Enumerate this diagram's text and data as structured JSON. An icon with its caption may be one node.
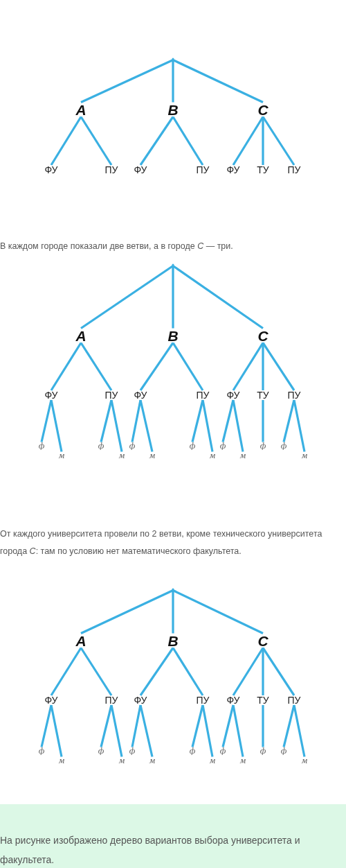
{
  "diagram": {
    "nodes": [
      {
        "text": [],
        "shape": "point"
      },
      {
        "text": [
          "A"
        ]
      },
      {
        "text": [
          "B"
        ]
      },
      {
        "text": [
          "C"
        ]
      },
      {
        "text": [
          "ФУ"
        ]
      },
      {
        "text": [
          "ПУ"
        ]
      },
      {
        "text": [
          "ФУ"
        ]
      },
      {
        "text": [
          "ПУ"
        ]
      },
      {
        "text": [
          "ФУ"
        ]
      },
      {
        "text": [
          "ТУ"
        ]
      },
      {
        "text": [
          "ПУ"
        ]
      },
      {
        "text": [],
        "shape": "point"
      },
      {
        "text": [
          "A"
        ]
      },
      {
        "text": [
          "B"
        ]
      },
      {
        "text": [
          "C"
        ]
      },
      {
        "text": [
          "ФУ"
        ]
      },
      {
        "text": [
          "ПУ"
        ]
      },
      {
        "text": [
          "ФУ"
        ]
      },
      {
        "text": [
          "ПУ"
        ]
      },
      {
        "text": [
          "ФУ"
        ]
      },
      {
        "text": [
          "ТУ"
        ]
      },
      {
        "text": [
          "ПУ"
        ]
      },
      {
        "text": [
          "ф"
        ]
      },
      {
        "text": [
          "м"
        ]
      },
      {
        "text": [
          "ф"
        ]
      },
      {
        "text": [
          "м"
        ]
      },
      {
        "text": [
          "ф"
        ]
      },
      {
        "text": [
          "м"
        ]
      },
      {
        "text": [
          "ф"
        ]
      },
      {
        "text": [
          "м"
        ]
      },
      {
        "text": [
          "ф"
        ]
      },
      {
        "text": [
          "м"
        ]
      },
      {
        "text": [
          "ф"
        ]
      },
      {
        "text": [
          "ф"
        ]
      },
      {
        "text": [
          "м"
        ]
      },
      {
        "text": [],
        "shape": "point"
      },
      {
        "text": [
          "A"
        ]
      },
      {
        "text": [
          "B"
        ]
      },
      {
        "text": [
          "C"
        ]
      },
      {
        "text": [
          "ФУ"
        ]
      },
      {
        "text": [
          "ПУ"
        ]
      },
      {
        "text": [
          "ФУ"
        ]
      },
      {
        "text": [
          "ПУ"
        ]
      },
      {
        "text": [
          "ФУ"
        ]
      },
      {
        "text": [
          "ТУ"
        ]
      },
      {
        "text": [
          "ПУ"
        ]
      },
      {
        "text": [
          "ф"
        ]
      },
      {
        "text": [
          "м"
        ]
      },
      {
        "text": [
          "ф"
        ]
      },
      {
        "text": [
          "м"
        ]
      },
      {
        "text": [
          "ф"
        ]
      },
      {
        "text": [
          "м"
        ]
      },
      {
        "text": [
          "ф"
        ]
      },
      {
        "text": [
          "м"
        ]
      },
      {
        "text": [
          "ф"
        ]
      },
      {
        "text": [
          "м"
        ]
      },
      {
        "text": [
          "ф"
        ]
      },
      {
        "text": [
          "ф"
        ]
      },
      {
        "text": [
          "м"
        ]
      }
    ],
    "edges": [
      {
        "from": 0,
        "to": 1,
        "arrow": "none"
      },
      {
        "from": 0,
        "to": 2,
        "arrow": "none"
      },
      {
        "from": 0,
        "to": 3,
        "arrow": "none"
      },
      {
        "from": 1,
        "to": 4,
        "arrow": "none"
      },
      {
        "from": 1,
        "to": 5,
        "arrow": "none"
      },
      {
        "from": 2,
        "to": 6,
        "arrow": "none"
      },
      {
        "from": 2,
        "to": 7,
        "arrow": "none"
      },
      {
        "from": 3,
        "to": 8,
        "arrow": "none"
      },
      {
        "from": 3,
        "to": 9,
        "arrow": "none"
      },
      {
        "from": 3,
        "to": 10,
        "arrow": "none"
      },
      {
        "from": 11,
        "to": 12,
        "arrow": "none"
      },
      {
        "from": 11,
        "to": 13,
        "arrow": "none"
      },
      {
        "from": 11,
        "to": 14,
        "arrow": "none"
      },
      {
        "from": 12,
        "to": 15,
        "arrow": "none"
      },
      {
        "from": 12,
        "to": 16,
        "arrow": "none"
      },
      {
        "from": 13,
        "to": 17,
        "arrow": "none"
      },
      {
        "from": 13,
        "to": 18,
        "arrow": "none"
      },
      {
        "from": 14,
        "to": 19,
        "arrow": "none"
      },
      {
        "from": 14,
        "to": 20,
        "arrow": "none"
      },
      {
        "from": 14,
        "to": 21,
        "arrow": "none"
      },
      {
        "from": 15,
        "to": 22,
        "arrow": "none"
      },
      {
        "from": 15,
        "to": 23,
        "arrow": "none"
      },
      {
        "from": 16,
        "to": 24,
        "arrow": "none"
      },
      {
        "from": 16,
        "to": 25,
        "arrow": "none"
      },
      {
        "from": 17,
        "to": 26,
        "arrow": "none"
      },
      {
        "from": 17,
        "to": 27,
        "arrow": "none"
      },
      {
        "from": 18,
        "to": 28,
        "arrow": "none"
      },
      {
        "from": 18,
        "to": 29,
        "arrow": "none"
      },
      {
        "from": 19,
        "to": 30,
        "arrow": "none"
      },
      {
        "from": 19,
        "to": 31,
        "arrow": "none"
      },
      {
        "from": 20,
        "to": 32,
        "arrow": "none"
      },
      {
        "from": 21,
        "to": 33,
        "arrow": "none"
      },
      {
        "from": 21,
        "to": 34,
        "arrow": "none"
      },
      {
        "from": 35,
        "to": 36,
        "arrow": "none"
      },
      {
        "from": 35,
        "to": 37,
        "arrow": "none"
      },
      {
        "from": 35,
        "to": 38,
        "arrow": "none"
      },
      {
        "from": 36,
        "to": 39,
        "arrow": "none"
      },
      {
        "from": 36,
        "to": 40,
        "arrow": "none"
      },
      {
        "from": 37,
        "to": 41,
        "arrow": "none"
      },
      {
        "from": 37,
        "to": 42,
        "arrow": "none"
      },
      {
        "from": 38,
        "to": 43,
        "arrow": "none"
      },
      {
        "from": 38,
        "to": 44,
        "arrow": "none"
      },
      {
        "from": 38,
        "to": 45,
        "arrow": "none"
      },
      {
        "from": 39,
        "to": 46,
        "arrow": "none"
      },
      {
        "from": 39,
        "to": 47,
        "arrow": "none"
      },
      {
        "from": 40,
        "to": 48,
        "arrow": "none"
      },
      {
        "from": 40,
        "to": 49,
        "arrow": "none"
      },
      {
        "from": 41,
        "to": 50,
        "arrow": "none"
      },
      {
        "from": 41,
        "to": 51,
        "arrow": "none"
      },
      {
        "from": 42,
        "to": 52,
        "arrow": "none"
      },
      {
        "from": 42,
        "to": 53,
        "arrow": "none"
      },
      {
        "from": 43,
        "to": 54,
        "arrow": "none"
      },
      {
        "from": 43,
        "to": 55,
        "arrow": "none"
      },
      {
        "from": 44,
        "to": 56,
        "arrow": "none"
      },
      {
        "from": 45,
        "to": 57,
        "arrow": "none"
      },
      {
        "from": 45,
        "to": 58,
        "arrow": "none"
      }
    ],
    "labels": [
      "В каждом городе показали две ветви, а в городе *C* — три.",
      "От каждого университета провели по 2 ветви, кроме технического университета города *C*: там по условию нет математического факультета.",
      "На рисунке изображено дерево вариантов выбора университета и факультета."
    ]
  }
}
